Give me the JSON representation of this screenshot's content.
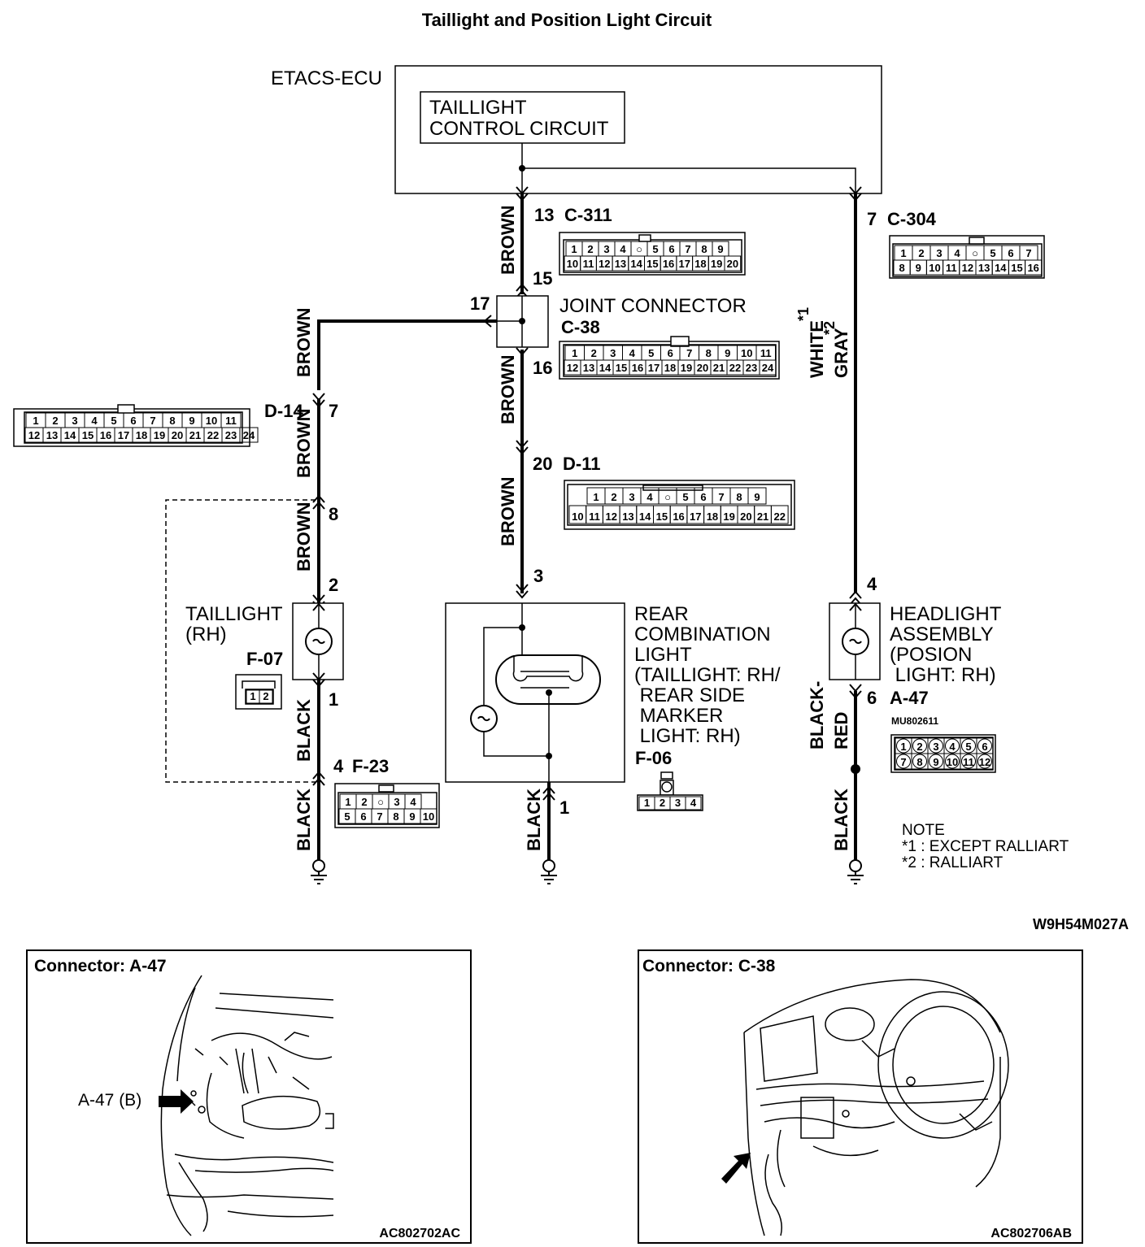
{
  "title": "Taillight and Position Light Circuit",
  "figure_id": "W9H54M027A",
  "ecu": {
    "label": "ETACS-ECU",
    "circuit_line1": "TAILLIGHT",
    "circuit_line2": "CONTROL CIRCUIT"
  },
  "connectors": {
    "c311": {
      "pin": "13",
      "id": "C-311",
      "row1": [
        "1",
        "2",
        "3",
        "4",
        "○",
        "5",
        "6",
        "7",
        "8",
        "9"
      ],
      "row2": [
        "10",
        "11",
        "12",
        "13",
        "14",
        "15",
        "16",
        "17",
        "18",
        "19",
        "20"
      ]
    },
    "c304": {
      "pin": "7",
      "id": "C-304",
      "row1": [
        "1",
        "2",
        "3",
        "4",
        "○",
        "5",
        "6",
        "7"
      ],
      "row2": [
        "8",
        "9",
        "10",
        "11",
        "12",
        "13",
        "14",
        "15",
        "16"
      ]
    },
    "c38": {
      "label": "JOINT CONNECTOR",
      "id": "C-38",
      "pin_in": "15",
      "pin_left": "17",
      "pin_out": "16",
      "row1": [
        "1",
        "2",
        "3",
        "4",
        "5",
        "6",
        "7",
        "8",
        "9",
        "10",
        "11"
      ],
      "row2": [
        "12",
        "13",
        "14",
        "15",
        "16",
        "17",
        "18",
        "19",
        "20",
        "21",
        "22",
        "23",
        "24"
      ]
    },
    "d14": {
      "id": "D-14",
      "pin_a": "7",
      "pin_b": "8",
      "row1": [
        "1",
        "2",
        "3",
        "4",
        "5",
        "6",
        "7",
        "8",
        "9",
        "10",
        "11"
      ],
      "row2": [
        "12",
        "13",
        "14",
        "15",
        "16",
        "17",
        "18",
        "19",
        "20",
        "21",
        "22",
        "23",
        "24"
      ]
    },
    "d11": {
      "pin": "20",
      "id": "D-11",
      "row1": [
        "1",
        "2",
        "3",
        "4",
        "○",
        "5",
        "6",
        "7",
        "8",
        "9"
      ],
      "row2": [
        "10",
        "11",
        "12",
        "13",
        "14",
        "15",
        "16",
        "17",
        "18",
        "19",
        "20",
        "21",
        "22"
      ]
    },
    "f07": {
      "id": "F-07",
      "pin_top": "2",
      "pin_bottom": "1",
      "pins": [
        "1",
        "2"
      ]
    },
    "f23": {
      "pin": "4",
      "id": "F-23",
      "row1": [
        "1",
        "2",
        "○",
        "3",
        "4"
      ],
      "row2": [
        "5",
        "6",
        "7",
        "8",
        "9",
        "10"
      ]
    },
    "f06": {
      "id": "F-06",
      "pin_top": "3",
      "pin_bottom": "1",
      "pins": [
        "1",
        "2",
        "3",
        "4"
      ]
    },
    "a47": {
      "id": "A-47",
      "pin_top": "4",
      "pin_bottom": "6",
      "part_no": "MU802611",
      "row1": [
        "1",
        "2",
        "3",
        "4",
        "5",
        "6"
      ],
      "row2": [
        "7",
        "8",
        "9",
        "10",
        "11",
        "12"
      ]
    }
  },
  "wires": {
    "brown": "BROWN",
    "black": "BLACK",
    "white": "WHITE",
    "gray": "GRAY",
    "black_red": "BLACK-RED",
    "star1": "*1",
    "star2": "*2"
  },
  "components": {
    "taillight_l1": "TAILLIGHT",
    "taillight_l2": "(RH)",
    "rear_combo": [
      "REAR",
      "COMBINATION",
      "LIGHT",
      "(TAILLIGHT: RH/",
      " REAR SIDE",
      " MARKER",
      " LIGHT: RH)"
    ],
    "headlight": [
      "HEADLIGHT",
      "ASSEMBLY",
      "(POSION",
      " LIGHT: RH)"
    ]
  },
  "note": {
    "title": "NOTE",
    "line1": "*1 : EXCEPT RALLIART",
    "line2": "*2 : RALLIART"
  },
  "panels": [
    {
      "title": "Connector: A-47",
      "callout": "A-47 (B)",
      "code": "AC802702AC"
    },
    {
      "title": "Connector: C-38",
      "callout": "",
      "code": "AC802706AB"
    }
  ]
}
